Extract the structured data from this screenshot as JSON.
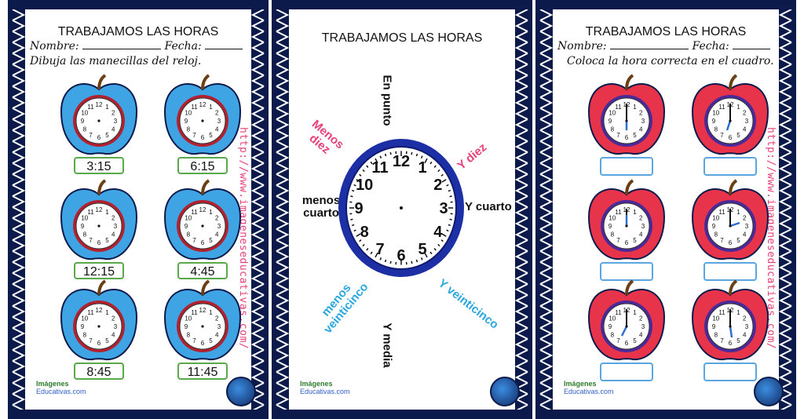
{
  "colors": {
    "navy": "#0b1a4a",
    "pink": "#e8407a",
    "cyan": "#2aa7de",
    "blue_apple": "#3fa4e4",
    "red_apple": "#e8344a",
    "clock_blue": "#1d2fa5"
  },
  "left": {
    "title": "TRABAJAMOS LAS HORAS",
    "nombre_label": "Nombre:",
    "fecha_label": "Fecha:",
    "instruction": "Dibuja las manecillas del reloj.",
    "times": [
      "3:15",
      "6:15",
      "12:15",
      "4:45",
      "8:45",
      "11:45"
    ],
    "url": "http://www.imageneseducativas.com/",
    "logo_line1": "Imágenes",
    "logo_line2": "Educativas.com"
  },
  "center": {
    "title": "TRABAJAMOS LAS HORAS",
    "labels": {
      "en_punto": "En punto",
      "menos_diez": "Menos diez",
      "y_diez": "Y diez",
      "menos_cuarto": "menos cuarto",
      "y_cuarto": "Y cuarto",
      "menos_veinticinco": "menos veinticinco",
      "y_veinticinco": "Y veinticinco",
      "y_media": "Y media"
    },
    "clock_numbers": [
      "12",
      "1",
      "2",
      "3",
      "4",
      "5",
      "6",
      "7",
      "8",
      "9",
      "10",
      "11"
    ],
    "logo_line1": "Imágenes",
    "logo_line2": "Educativas.com"
  },
  "right": {
    "title": "TRABAJAMOS LAS HORAS",
    "nombre_label": "Nombre:",
    "fecha_label": "Fecha:",
    "instruction": "Coloca la hora correcta en el cuadro.",
    "url": "http://www.imageneseducativas.com/",
    "logo_line1": "Imágenes",
    "logo_line2": "Educativas.com"
  }
}
